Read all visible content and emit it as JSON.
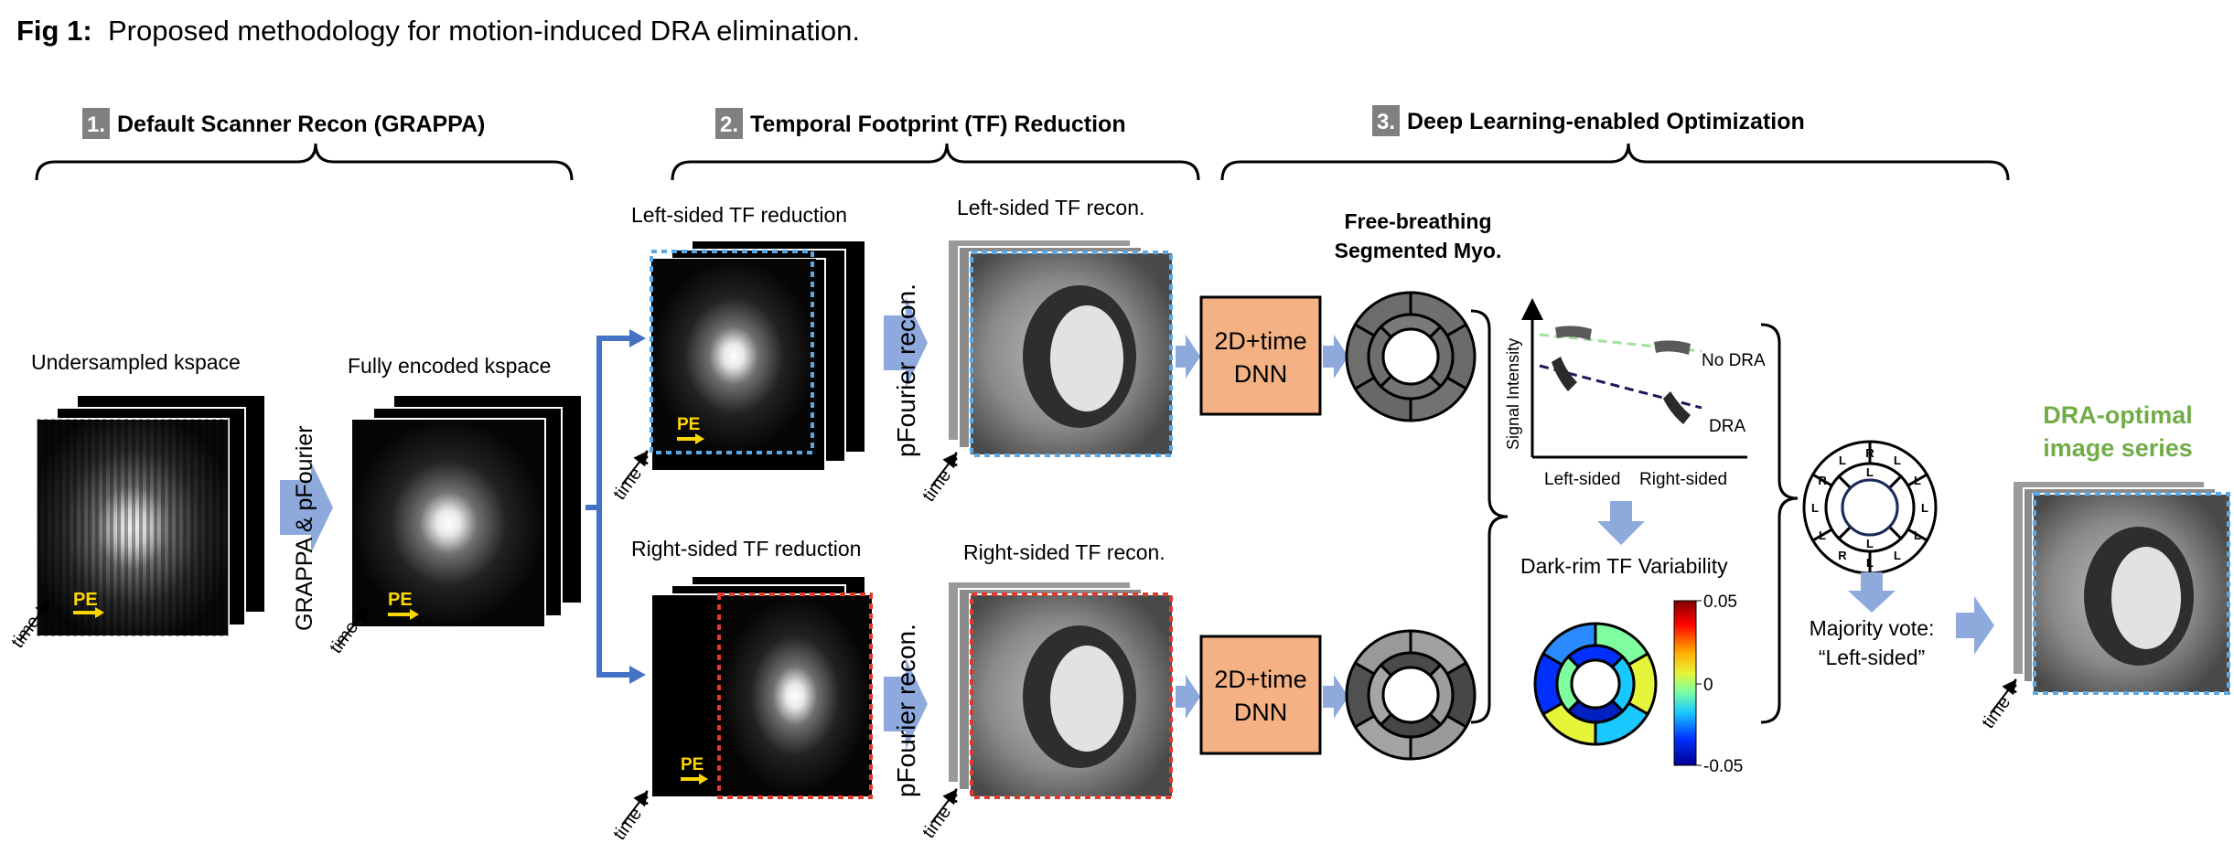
{
  "figure": {
    "label": "Fig 1:",
    "caption": "Proposed methodology for motion-induced DRA elimination."
  },
  "sections": [
    {
      "number": "1.",
      "title": "Default Scanner Recon (GRAPPA)"
    },
    {
      "number": "2.",
      "title": "Temporal Footprint (TF) Reduction"
    },
    {
      "number": "3.",
      "title": "Deep Learning-enabled Optimization"
    }
  ],
  "stage1": {
    "undersampled_label": "Undersampled kspace",
    "fully_encoded_label": "Fully encoded kspace",
    "arrow_label": "GRAPPA & pFourier"
  },
  "stage2": {
    "left_reduction_label": "Left-sided TF reduction",
    "right_reduction_label": "Right-sided TF reduction",
    "left_recon_label": "Left-sided TF recon.",
    "right_recon_label": "Right-sided TF recon.",
    "pfourier_label": "pFourier recon."
  },
  "common": {
    "pe_label": "PE",
    "time_label": "time"
  },
  "stage3": {
    "dnn_label_line1": "2D+time",
    "dnn_label_line2": "DNN",
    "segmented_title_line1": "Free-breathing",
    "segmented_title_line2": "Segmented Myo.",
    "graph": {
      "ylabel": "Signal Intensity",
      "x_left": "Left-sided",
      "x_right": "Right-sided",
      "no_dra": "No DRA",
      "dra": "DRA"
    },
    "variability_title": "Dark-rim TF Variability",
    "colorbar_ticks": [
      "0.05",
      "0",
      "-0.05"
    ],
    "ring_letters": [
      "L",
      "L",
      "L",
      "R",
      "L",
      "L",
      "R",
      "L",
      "L",
      "L",
      "L",
      "R",
      "L",
      "L"
    ],
    "majority_line1": "Majority vote:",
    "majority_line2": "“Left-sided”",
    "output_line1": "DRA-optimal",
    "output_line2": "image series"
  },
  "colors": {
    "arrow_blue": "#8ea9dc",
    "connector_blue": "#4472c4",
    "dnn_fill": "#f4b183",
    "output_green": "#70ad47",
    "pe_yellow": "#ffd700",
    "left_dotted": "#5aa9e6",
    "right_dotted": "#e03a2f",
    "section_badge": "#808080"
  }
}
